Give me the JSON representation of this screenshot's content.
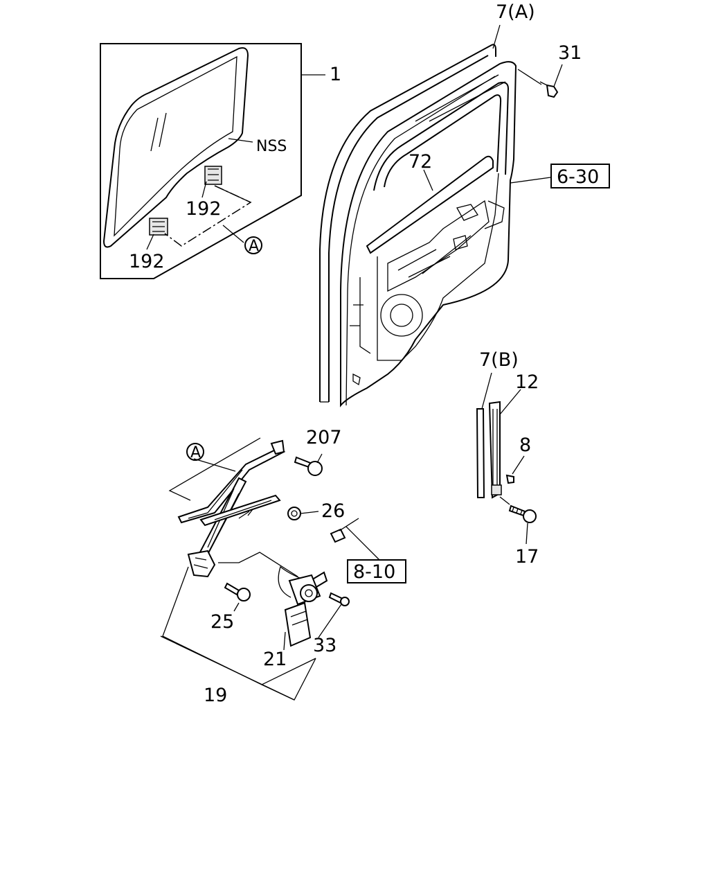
{
  "labels": {
    "glass": "1",
    "nss": "NSS",
    "clip_upper": "192",
    "clip_lower": "192",
    "circle_a_top": "A",
    "weatherstrip_a": "7(A)",
    "screw_31": "31",
    "seal_72": "72",
    "ref_6_30": "6-30",
    "weatherstrip_b": "7(B)",
    "channel_12": "12",
    "clip_8": "8",
    "bolt_17": "17",
    "circle_a_bottom": "A",
    "bolt_207": "207",
    "nut_26": "26",
    "ref_8_10": "8-10",
    "bolt_25": "25",
    "motor_21": "21",
    "screw_33": "33",
    "regulator_19": "19"
  }
}
